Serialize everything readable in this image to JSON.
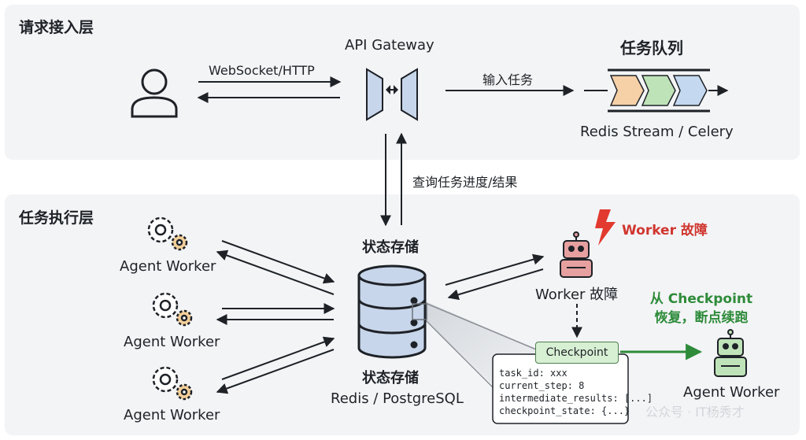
{
  "layers": {
    "request": "请求接入层",
    "execution": "任务执行层"
  },
  "gateway": {
    "title": "API Gateway"
  },
  "links": {
    "ws_http": "WebSocket/HTTP",
    "input_task": "输入任务",
    "query_progress": "查询任务进度/结果"
  },
  "queue": {
    "title": "任务队列",
    "subtitle": "Redis Stream / Celery",
    "color_1": "#f6d0a7",
    "color_2": "#bfe3b8",
    "color_3": "#c4d8ef"
  },
  "workers": [
    {
      "label": "Agent Worker",
      "icon": "gears-icon"
    },
    {
      "label": "Agent Worker",
      "icon": "gears-icon"
    },
    {
      "label": "Agent Worker",
      "icon": "gears-icon"
    }
  ],
  "state_store": {
    "title": "状态存储",
    "subtitle_title": "状态存储",
    "subtitle_tech": "Redis / PostgreSQL"
  },
  "failure": {
    "alert": "Worker 故障",
    "robot_label": "Worker 故障",
    "robot_color": "#e7a0a0",
    "icon": "lightning-icon"
  },
  "recovery": {
    "line1": "从 Checkpoint",
    "line2": "恢复，断点续跑",
    "robot_label": "Agent Worker",
    "robot_color": "#bfe3b8"
  },
  "checkpoint": {
    "label": "Checkpoint",
    "fields": [
      "task_id: xxx",
      "current_step: 8",
      "intermediate_results: [...]",
      "checkpoint_state: {...}"
    ]
  },
  "watermark": "公众号 · IT杨秀才"
}
